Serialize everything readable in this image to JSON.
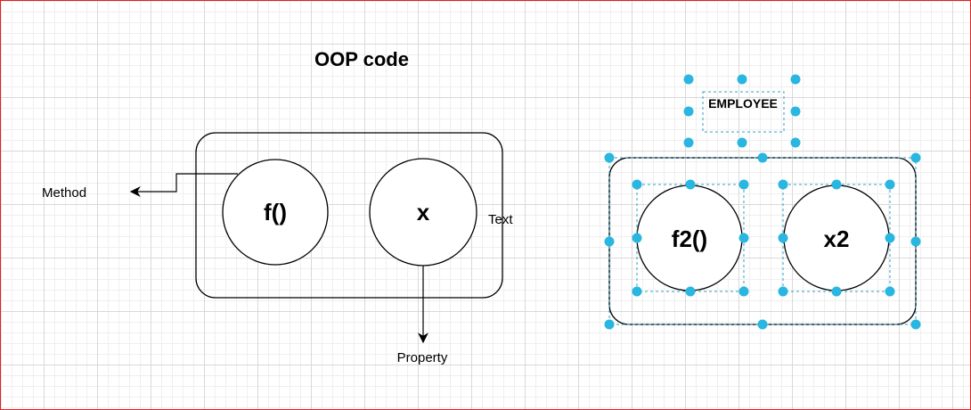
{
  "diagram": {
    "title": "OOP code",
    "left_group": {
      "method_circle_label": "f()",
      "property_circle_label": "x",
      "side_text": "Text",
      "method_label": "Method",
      "property_label": "Property"
    },
    "right_group": {
      "header_label": "EMPLOYEE",
      "method_circle_label": "f2()",
      "property_circle_label": "x2"
    }
  },
  "colors": {
    "stroke": "#000000",
    "selection_handle": "#29b6e0",
    "selection_dash": "#29a3c9",
    "border": "#e21f1f"
  }
}
